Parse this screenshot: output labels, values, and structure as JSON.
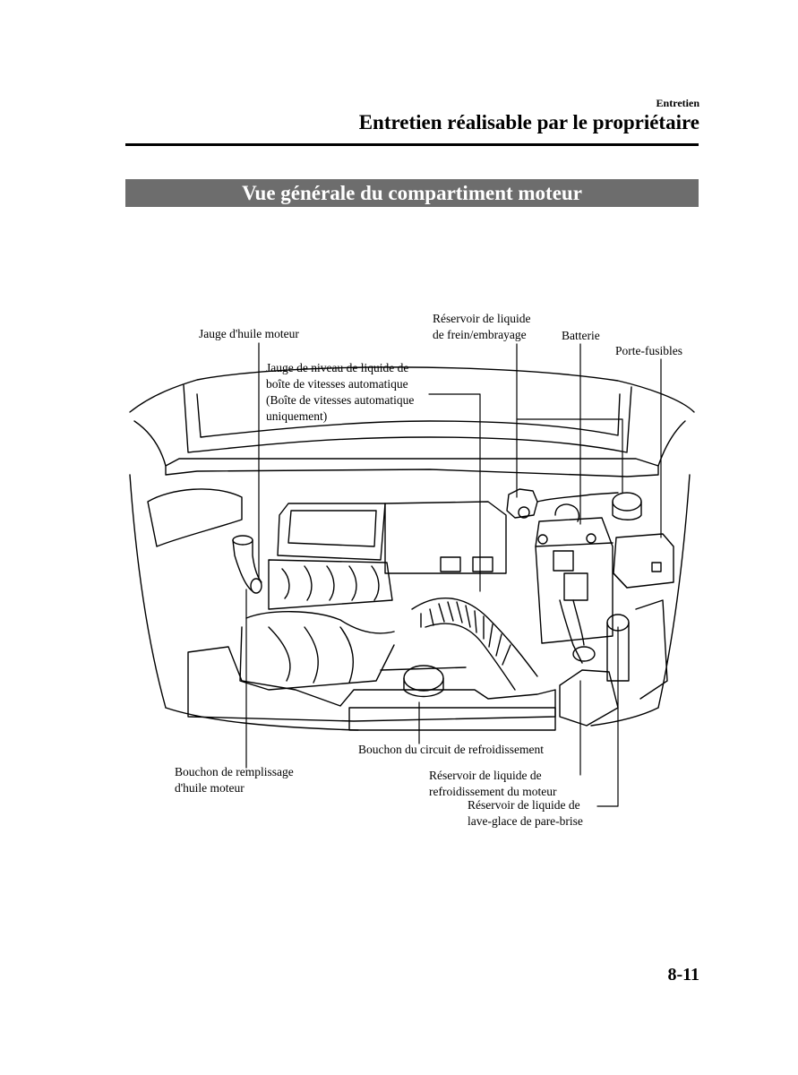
{
  "header": {
    "section": "Entretien",
    "title": "Entretien réalisable par le propriétaire"
  },
  "banner": "Vue générale du compartiment moteur",
  "figure": {
    "labels": {
      "oil_dipstick": "Jauge d'huile moteur",
      "atf_dipstick": [
        "Jauge de niveau de liquide de",
        "boîte de vitesses automatique",
        "(Boîte de vitesses automatique",
        "uniquement)"
      ],
      "brake_reservoir": [
        "Réservoir de liquide",
        "de frein/embrayage"
      ],
      "battery": "Batterie",
      "fuse_box": "Porte-fusibles",
      "radiator_cap": "Bouchon du circuit de refroidissement",
      "oil_filler_cap": [
        "Bouchon de remplissage",
        "d'huile moteur"
      ],
      "coolant_reservoir": [
        "Réservoir de liquide de",
        "refroidissement du moteur"
      ],
      "washer_reservoir": [
        "Réservoir de liquide de",
        "lave-glace de pare-brise"
      ]
    }
  },
  "page_number": "8-11"
}
